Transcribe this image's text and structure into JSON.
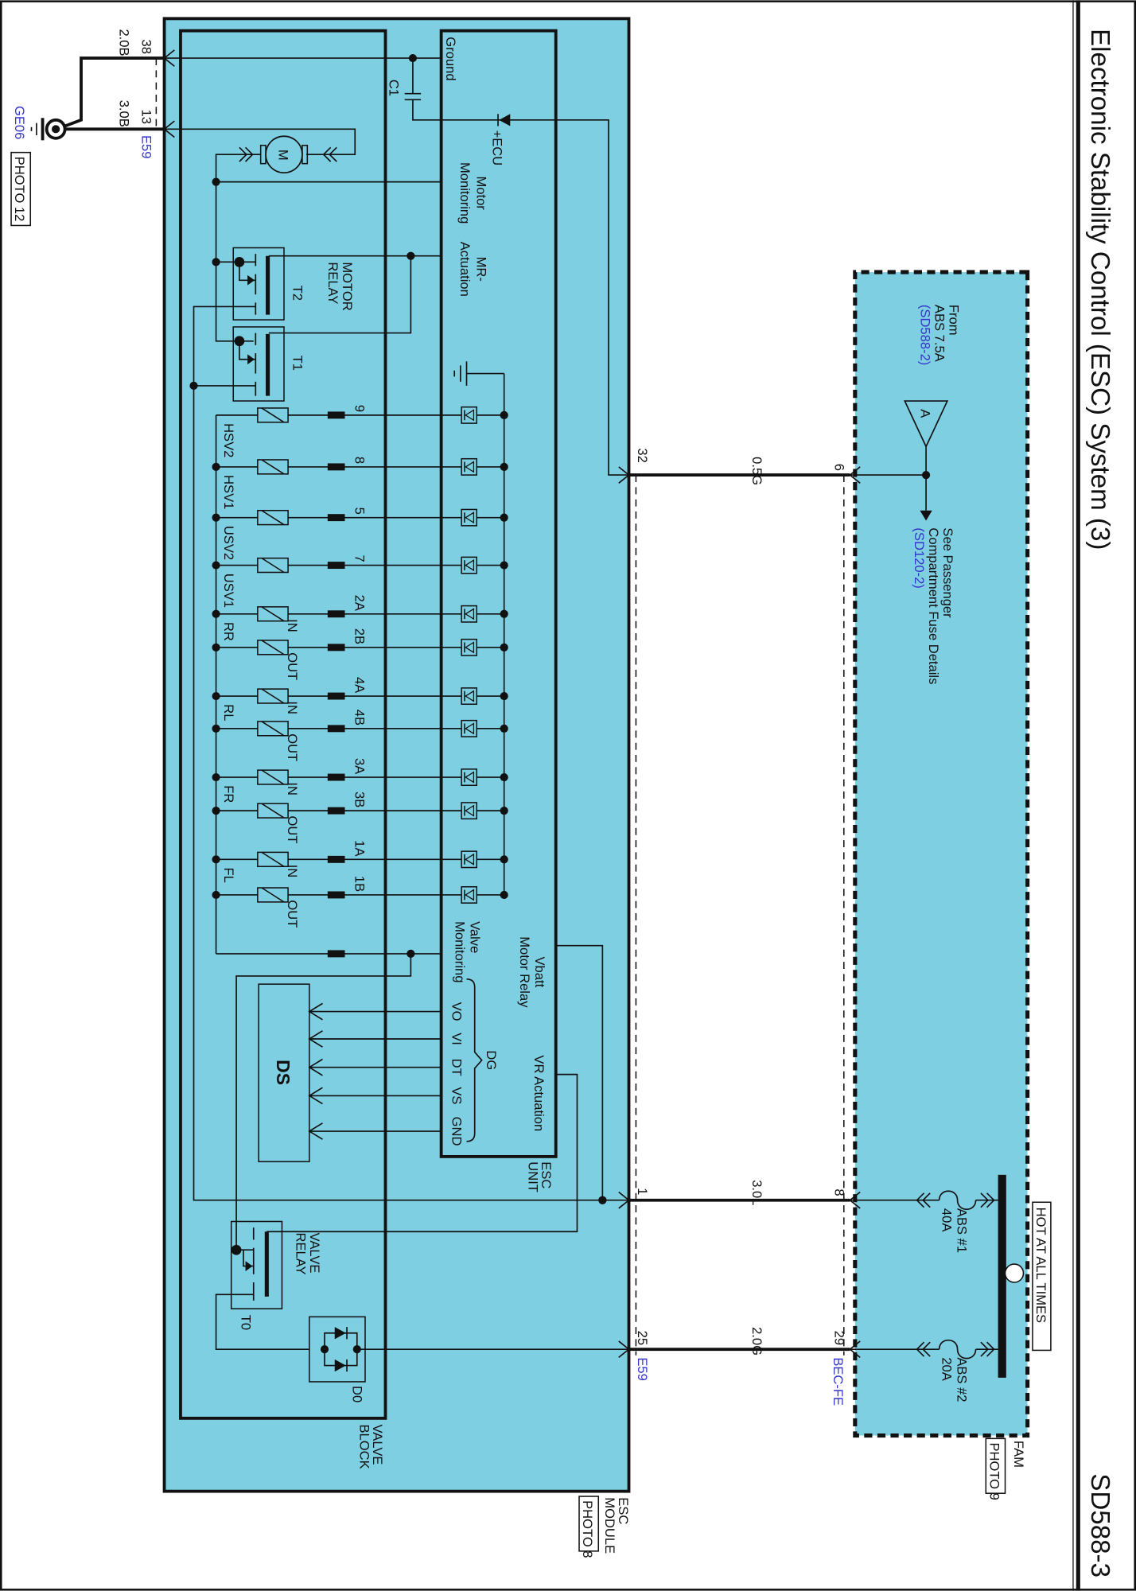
{
  "header": {
    "title": "Electronic Stability Control (ESC) System (3)",
    "code": "SD588-3"
  },
  "fam": {
    "label": "FAM",
    "photo": "PHOTO 9",
    "hot_label": "HOT AT ALL TIMES",
    "fuses": [
      {
        "name": "ABS #1",
        "rating": "40A"
      },
      {
        "name": "ABS #2",
        "rating": "20A"
      }
    ],
    "connector": "BEC-FE",
    "pins": [
      "6",
      "8",
      "29"
    ],
    "from_ref": {
      "line1": "From",
      "line2": "ABS 7.5A",
      "ref": "(SD588-2)",
      "symbol": "A"
    },
    "see_ref": {
      "line1": "See Passenger",
      "line2": "Compartment Fuse Details",
      "ref": "(SD120-2)"
    }
  },
  "wires": [
    "0.5G",
    "3.0L",
    "2.0G"
  ],
  "esc_module": {
    "label1": "ESC",
    "label2": "MODULE",
    "photo": "PHOTO 8",
    "connector": "E59",
    "pins": [
      "32",
      "1",
      "25"
    ]
  },
  "ground": {
    "pins": [
      "38",
      "13"
    ],
    "wires": [
      "2.0B",
      "3.0B"
    ],
    "connector": "E59",
    "ground_id": "GE06",
    "photo": "PHOTO 12"
  },
  "esc_unit": {
    "label1": "ESC",
    "label2": "UNIT",
    "ground": "Ground",
    "c1": "C1",
    "ecu": "+ECU",
    "motor_mon": [
      "Motor",
      "Monitoring"
    ],
    "mr_act": [
      "MR-",
      "Actuation"
    ],
    "valve_mon": [
      "Valve",
      "Monitoring"
    ],
    "vbatt": [
      "Vbatt",
      "Motor Relay"
    ],
    "vr_act": "VR Actuation",
    "dg": "DG",
    "dg_pins": [
      "VO",
      "VI",
      "DT",
      "VS",
      "GND"
    ]
  },
  "valve_block": {
    "label1": "VALVE",
    "label2": "BLOCK",
    "motor": "M",
    "motor_relay": [
      "MOTOR",
      "RELAY"
    ],
    "t2": "T2",
    "t1": "T1",
    "valve_relay": [
      "VALVE",
      "RELAY"
    ],
    "t0": "T0",
    "ds": "DS",
    "d0": "D0",
    "rows": [
      {
        "pin": "9"
      },
      {
        "pin": "8"
      },
      {
        "pin": "5"
      },
      {
        "pin": "7"
      },
      {
        "pin": "2A",
        "io": "IN"
      },
      {
        "pin": "2B",
        "io": "OUT"
      },
      {
        "pin": "4A",
        "io": "IN"
      },
      {
        "pin": "4B",
        "io": "OUT"
      },
      {
        "pin": "3A",
        "io": "IN"
      },
      {
        "pin": "3B",
        "io": "OUT"
      },
      {
        "pin": "1A",
        "io": "IN"
      },
      {
        "pin": "1B",
        "io": "OUT"
      }
    ],
    "groups": [
      {
        "label": "HSV2",
        "row": 0
      },
      {
        "label": "HSV1",
        "row": 1
      },
      {
        "label": "USV2",
        "row": 2
      },
      {
        "label": "USV1",
        "row": 3
      },
      {
        "label": "RR",
        "row": 4
      },
      {
        "label": "RL",
        "row": 6
      },
      {
        "label": "FR",
        "row": 8
      },
      {
        "label": "FL",
        "row": 10
      }
    ]
  },
  "colors": {
    "module_fill": "#7fcfe3",
    "ref_blue": "#3535c8"
  }
}
